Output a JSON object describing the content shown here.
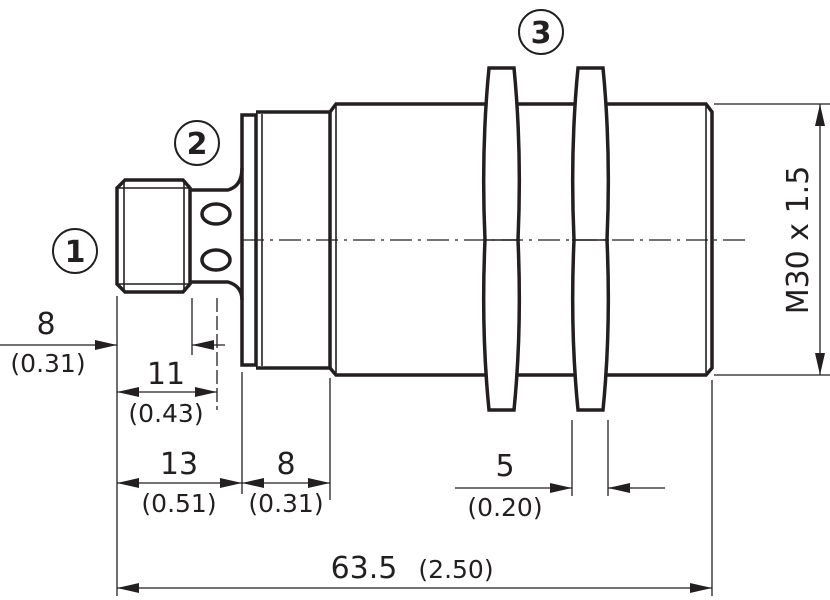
{
  "title": "Sensor dimensional drawing",
  "callouts": [
    "1",
    "2",
    "3"
  ],
  "dimensions": {
    "d1": {
      "value": "8",
      "inch": "(0.31)"
    },
    "d2": {
      "value": "11",
      "inch": "(0.43)"
    },
    "d3": {
      "value": "13",
      "inch": "(0.51)"
    },
    "d4": {
      "value": "8",
      "inch": "(0.31)"
    },
    "d5": {
      "value": "5",
      "inch": "(0.20)"
    },
    "d6": {
      "value": "63.5",
      "inch": "(2.50)"
    },
    "thread": "M30 x 1.5"
  },
  "colors": {
    "line": "#231f20",
    "background": "#ffffff"
  }
}
